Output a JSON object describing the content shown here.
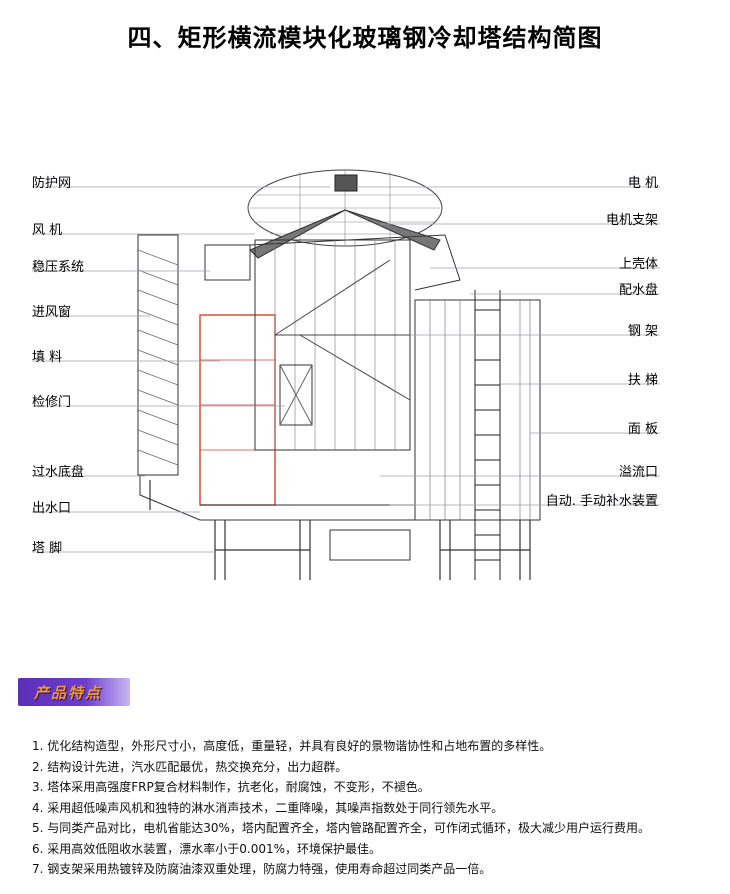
{
  "title": "四、矩形横流模块化玻璃钢冷却塔结构简图",
  "left_labels": [
    "防护网",
    "风 机",
    "稳压系统",
    "进风窗",
    "填 料",
    "检修门",
    "过水底盘",
    "出水口",
    "塔 脚"
  ],
  "right_labels": [
    "电 机",
    "电机支架",
    "上壳体",
    "配水盘",
    "钢 架",
    "扶 梯",
    "面 板",
    "溢流口",
    "自动. 手动补水装置"
  ],
  "section_title": "产品特点",
  "features": [
    "1. 优化结构造型，外形尺寸小，高度低，重量轻，并具有良好的景物谐协性和占地布置的多样性。",
    "2. 结构设计先进，汽水匹配最优，热交换充分，出力超群。",
    "3. 塔体采用高强度FRP复合材料制作，抗老化，耐腐蚀，不变形，不褪色。",
    "4. 采用超低噪声风机和独特的淋水消声技术，二重降噪，其噪声指数处于同行领先水平。",
    "5. 与同类产品对比，电机省能达30%，塔内配置齐全，塔内管路配置齐全，可作闭式循环，极大减少用户运行费用。",
    "6. 采用高效低阻收水装置，漂水率小于0.001%，环境保护最佳。",
    "7. 钢支架采用热镀锌及防腐油漆双重处理，防腐力特强，使用寿命超过同类产品一倍。"
  ],
  "colors": {
    "tag_bg": "#6d3dd0",
    "tag_text": "#f29a2e",
    "fill_red": "#d2452b"
  }
}
